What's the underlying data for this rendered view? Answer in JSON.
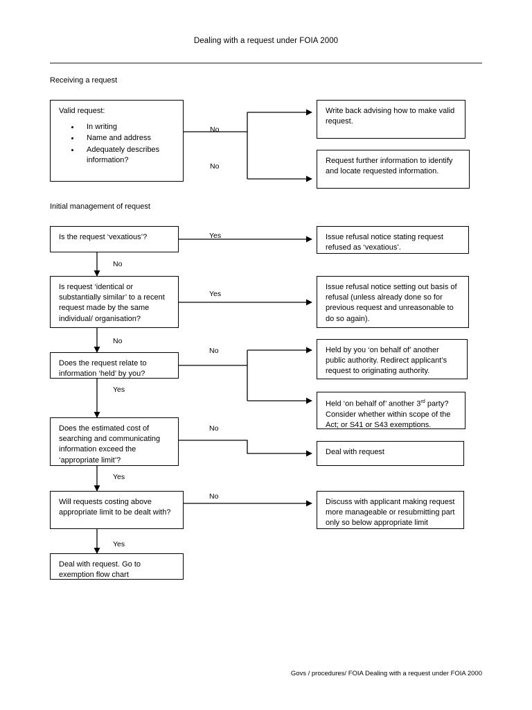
{
  "document": {
    "title": "Dealing with a request under FOIA 2000",
    "footer": "Govs / procedures/ FOIA Dealing with a request under FOIA 2000"
  },
  "sections": {
    "receiving": "Receiving a request",
    "initial": "Initial management of request"
  },
  "nodes": {
    "valid_request": {
      "heading": "Valid request:",
      "bullets": [
        "In writing",
        "Name and address",
        "Adequately describes information?"
      ]
    },
    "write_back": "Write back advising how to make valid request.",
    "request_further_info": "Request further information to identify and locate requested information.",
    "vexatious": "Is the request ‘vexatious’?",
    "refusal_vexatious": "Issue refusal notice stating request refused as ‘vexatious’.",
    "identical_similar": "Is request ‘identical or substantially similar’ to a recent request made by the same individual/ organisation?",
    "refusal_basis": "Issue refusal notice setting out basis of refusal (unless already done so for previous request and unreasonable to do so again).",
    "held_by_you": "Does the request relate to information ‘held’ by you?",
    "held_public_authority": "Held by you ‘on behalf of’ another public authority.  Redirect applicant’s request to originating authority.",
    "held_third_party_pre": "Held ‘on behalf of’ another 3",
    "held_third_party_sup": "rd",
    "held_third_party_post": " party? Consider whether within scope of the Act; or S41 or S43 exemptions.",
    "estimated_cost": "Does the estimated cost of searching and communicating information exceed the ‘appropriate limit’?",
    "deal_with_request": "Deal with request",
    "costing_above": "Will requests costing above appropriate limit to be dealt with?",
    "discuss_with_applicant": "Discuss with applicant making request more manageable or resubmitting part only so below appropriate limit",
    "deal_exemption": "Deal with request.  Go to exemption flow chart"
  },
  "edge_labels": {
    "valid_no_top": "No",
    "valid_no_bottom": "No",
    "vexatious_yes": "Yes",
    "vexatious_no": "No",
    "identical_yes": "Yes",
    "identical_no": "No",
    "held_no": "No",
    "held_yes": "Yes",
    "cost_no": "No",
    "cost_yes": "Yes",
    "costing_no": "No",
    "costing_yes": "Yes"
  },
  "colors": {
    "ink": "#000000",
    "rule": "#888888",
    "background": "#ffffff"
  }
}
